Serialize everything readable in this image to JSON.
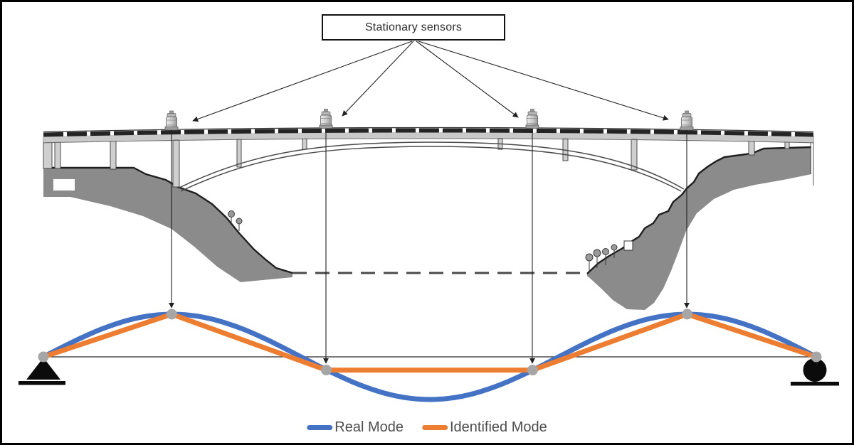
{
  "annotation_box": {
    "label": "Stationary sensors"
  },
  "sensors": {
    "count": 4,
    "type": "accelerometer",
    "positions_frac": [
      0.166,
      0.366,
      0.633,
      0.833
    ]
  },
  "bridge": {
    "view": "arch-bridge-elevation-over-valley",
    "supports": {
      "left": "pin",
      "right": "roller"
    }
  },
  "colors": {
    "real_mode": "#4472C4",
    "identified_mode": "#ED7D31",
    "node_dot": "#A6A6A6",
    "terrain": "#8B8B8B",
    "line_dark": "#222222"
  },
  "legend": {
    "items": [
      {
        "label": "Real Mode",
        "color": "#4472C4"
      },
      {
        "label": "Identified Mode",
        "color": "#ED7D31"
      }
    ]
  },
  "chart_data": {
    "type": "line",
    "legend": [
      "Real Mode",
      "Identified Mode"
    ],
    "legend_position": "bottom-center",
    "axes": "none-schematic-mode-shape",
    "baseline_value": 0,
    "series": [
      {
        "name": "Real Mode",
        "color": "#4472C4",
        "shape": "sine",
        "n_half_waves": 3,
        "amplitude": 1.0
      },
      {
        "name": "Identified Mode",
        "color": "#ED7D31",
        "shape": "polyline",
        "x_frac": [
          0,
          0.166,
          0.366,
          0.633,
          0.833,
          1.0
        ],
        "values": [
          0,
          1.0,
          -0.31,
          -0.31,
          1.0,
          0
        ]
      }
    ],
    "node_points": {
      "x_frac": [
        0,
        0.166,
        0.366,
        0.633,
        0.833,
        1.0
      ],
      "values": [
        0,
        1.0,
        -0.31,
        -0.31,
        1.0,
        0
      ]
    }
  }
}
